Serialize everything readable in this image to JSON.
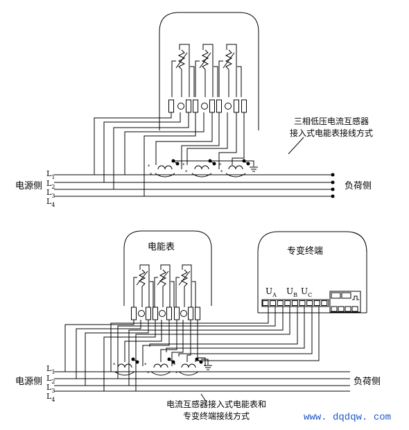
{
  "top": {
    "caption": [
      "三相低压电流互感器",
      "接入式电能表接线方式"
    ],
    "source_side": "电源侧",
    "load_side": "负荷侧",
    "lines": [
      "L1",
      "L2",
      "L3",
      "L4"
    ]
  },
  "bottom": {
    "meter_label": "电能表",
    "terminal_label": "专变终端",
    "phase_labels": [
      "UA",
      "UB",
      "UC"
    ],
    "source_side": "电源侧",
    "load_side": "负荷侧",
    "lines": [
      "L1",
      "L2",
      "L3",
      "L4"
    ],
    "caption": [
      "电流互感器接入式电能表和",
      "专变终端接线方式"
    ]
  },
  "watermark": "www. dqdqw. com",
  "colors": {
    "line": "#000000",
    "watermark": "#1f57c9"
  }
}
